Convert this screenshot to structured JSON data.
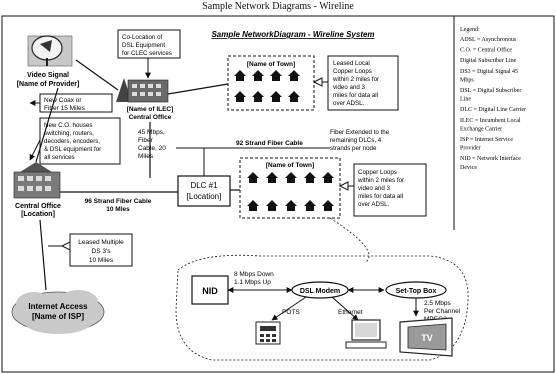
{
  "page_title": "Sample Network Diagrams - Wireline",
  "diagram_title": "Sample NetworkDiagram - Wireline System",
  "legend": {
    "heading": "Legend:",
    "entries": [
      [
        "ADSL = Asynchronous"
      ],
      [
        "C.O. = Central Office"
      ],
      [
        "Digital Subscriber Line"
      ],
      [
        "DS3 = Digital Signal 45",
        "Mbps"
      ],
      [
        "DSL = Digital Subscriber",
        "Line"
      ],
      [
        "DLC = Digital Line Carrier"
      ],
      [
        "ILEC = Incumbent Local",
        "Exchange Carrier"
      ],
      [
        "ISP = Internet Service",
        "Provider"
      ],
      [
        "NID = Network Interface",
        "Device"
      ]
    ]
  },
  "video_signal": [
    "Video Signal",
    "[Name of Provider]"
  ],
  "colocation": [
    "Co-Location of",
    "DSL Equipment",
    "for CLEC services"
  ],
  "ilec": [
    "[Name of ILEC]",
    "Central Office"
  ],
  "town_top": "[Name of Town]",
  "leased_copper": [
    "Leased Local",
    "Copper Loops",
    "within 2 miles for",
    "video and 3",
    "miles for data all",
    "over ADSL."
  ],
  "new_coax": [
    "New Coax or",
    "Fiber 15 Miles"
  ],
  "new_co": [
    "New C.O. houses",
    "switching, routers,",
    "decoders, encoders,",
    "& DSL equipment for",
    "all services"
  ],
  "fiber_45": [
    "45 Mbps,",
    "Fiber",
    "Cable, 20",
    "Miles"
  ],
  "fiber_92": "92 Strand Fiber Cable",
  "fiber_extended": [
    "Fiber Extended to the",
    "remaining DLCs, 4",
    "strands per node"
  ],
  "town_mid": "[Name of Town]",
  "copper_loops": [
    "Copper Loops",
    "within 2 miles for",
    "video and 3",
    "miles for data all",
    "over ADSL."
  ],
  "central_office": [
    "Central Office",
    "[Location]"
  ],
  "fiber_96": [
    "96 Strand Fiber Cable",
    "10 Mles"
  ],
  "dlc": [
    "DLC #1",
    "[Location]"
  ],
  "leased_ds3": [
    "Leased Multiple",
    "DS 3's",
    "10 Miles"
  ],
  "internet": [
    "Internet Access",
    "[Name of ISP]"
  ],
  "nid": "NID",
  "speeds": [
    "8 Mbps Down",
    "1.1 Mbps Up"
  ],
  "dsl_modem": "DSL Modem",
  "settop": "Set-Top Box",
  "pots": "POTS",
  "ethernet": "Ethernet",
  "per_channel": [
    "2.5 Mbps",
    "Per Channel",
    "MPEG2"
  ],
  "tv": "TV"
}
